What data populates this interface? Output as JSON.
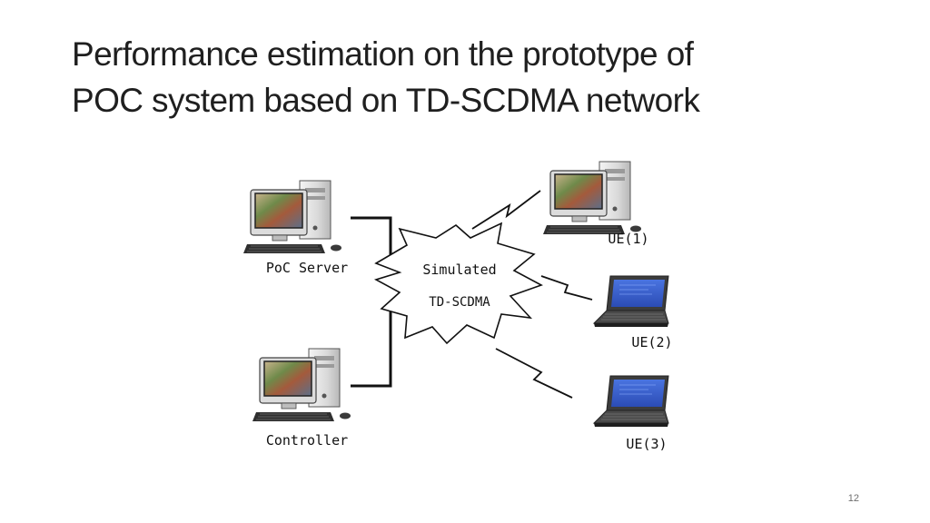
{
  "slide": {
    "title_line1": "Performance estimation on the prototype of",
    "title_line2": "POC system based on TD-SCDMA network",
    "page_number": "12"
  },
  "diagram": {
    "cloud_label_1": "Simulated",
    "cloud_label_2": "TD-SCDMA",
    "nodes": {
      "server": {
        "label": "PoC Server",
        "icon": "desktop-computer-icon"
      },
      "controller": {
        "label": "Controller",
        "icon": "desktop-computer-icon"
      },
      "ue1": {
        "label": "UE(1)",
        "icon": "desktop-computer-icon"
      },
      "ue2": {
        "label": "UE(2)",
        "icon": "laptop-icon"
      },
      "ue3": {
        "label": "UE(3)",
        "icon": "laptop-icon"
      }
    }
  },
  "colors": {
    "title": "#1f1f1f",
    "line": "#111111",
    "screen_blue": "#3a5fc8",
    "screen_photo": "#9b8a6a",
    "case_light": "#e6e6e6",
    "case_dark": "#2b2b2b"
  }
}
